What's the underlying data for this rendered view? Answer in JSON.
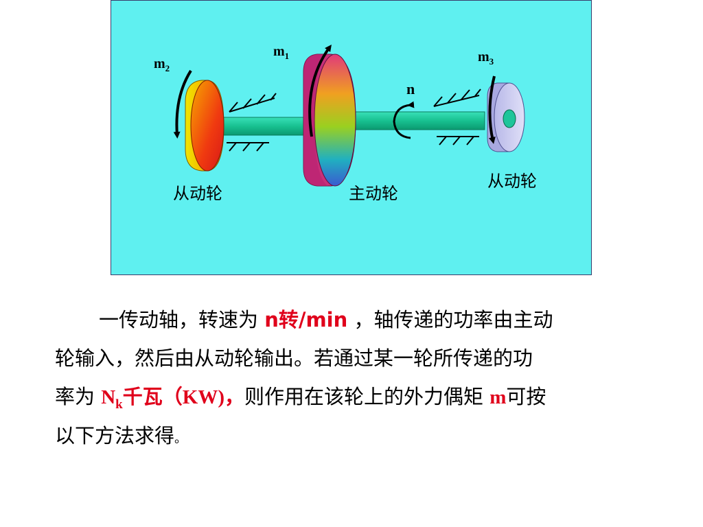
{
  "diagram": {
    "background": "#5ff0f0",
    "labels": {
      "m1_base": "m",
      "m1_sub": "1",
      "m2_base": "m",
      "m2_sub": "2",
      "m3_base": "m",
      "m3_sub": "3",
      "n": "n",
      "driven_left": "从动轮",
      "driver": "主动轮",
      "driven_right": "从动轮"
    },
    "colors": {
      "shaft": "#1ec59a",
      "driver_wheel": "#c0307a",
      "left_wheel": "#e6dc10",
      "right_wheel": "#c8c8ec"
    }
  },
  "text": {
    "line1_a": "一传动轴，转速为 ",
    "line1_red": "n转/min",
    "line1_b": " ，轴传递的功率由主动",
    "line2": "轮输入，然后由从动轮输出。若通过某一轮所传递的功",
    "line3_a": "率为 ",
    "line3_N": "N",
    "line3_k": "k",
    "line3_red2": "千瓦（",
    "line3_KW": "KW)",
    "line3_comma": "，",
    "line3_b": "则作用在该轮上的外力偶矩 ",
    "line3_m": "m",
    "line3_c": "可按",
    "line4": "以下方法求得",
    "line4_period": "。"
  }
}
